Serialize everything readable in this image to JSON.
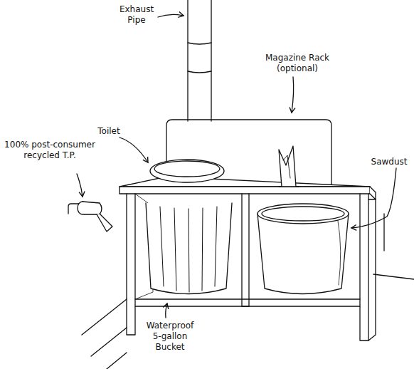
{
  "diagram": {
    "labels": [
      "Exhaust Pipe",
      "Magazine Rack (optional)",
      "Toilet",
      "100% post-consumer recycled T.P.",
      "Sawdust",
      "Waterproof 5-gallon Bucket"
    ]
  }
}
